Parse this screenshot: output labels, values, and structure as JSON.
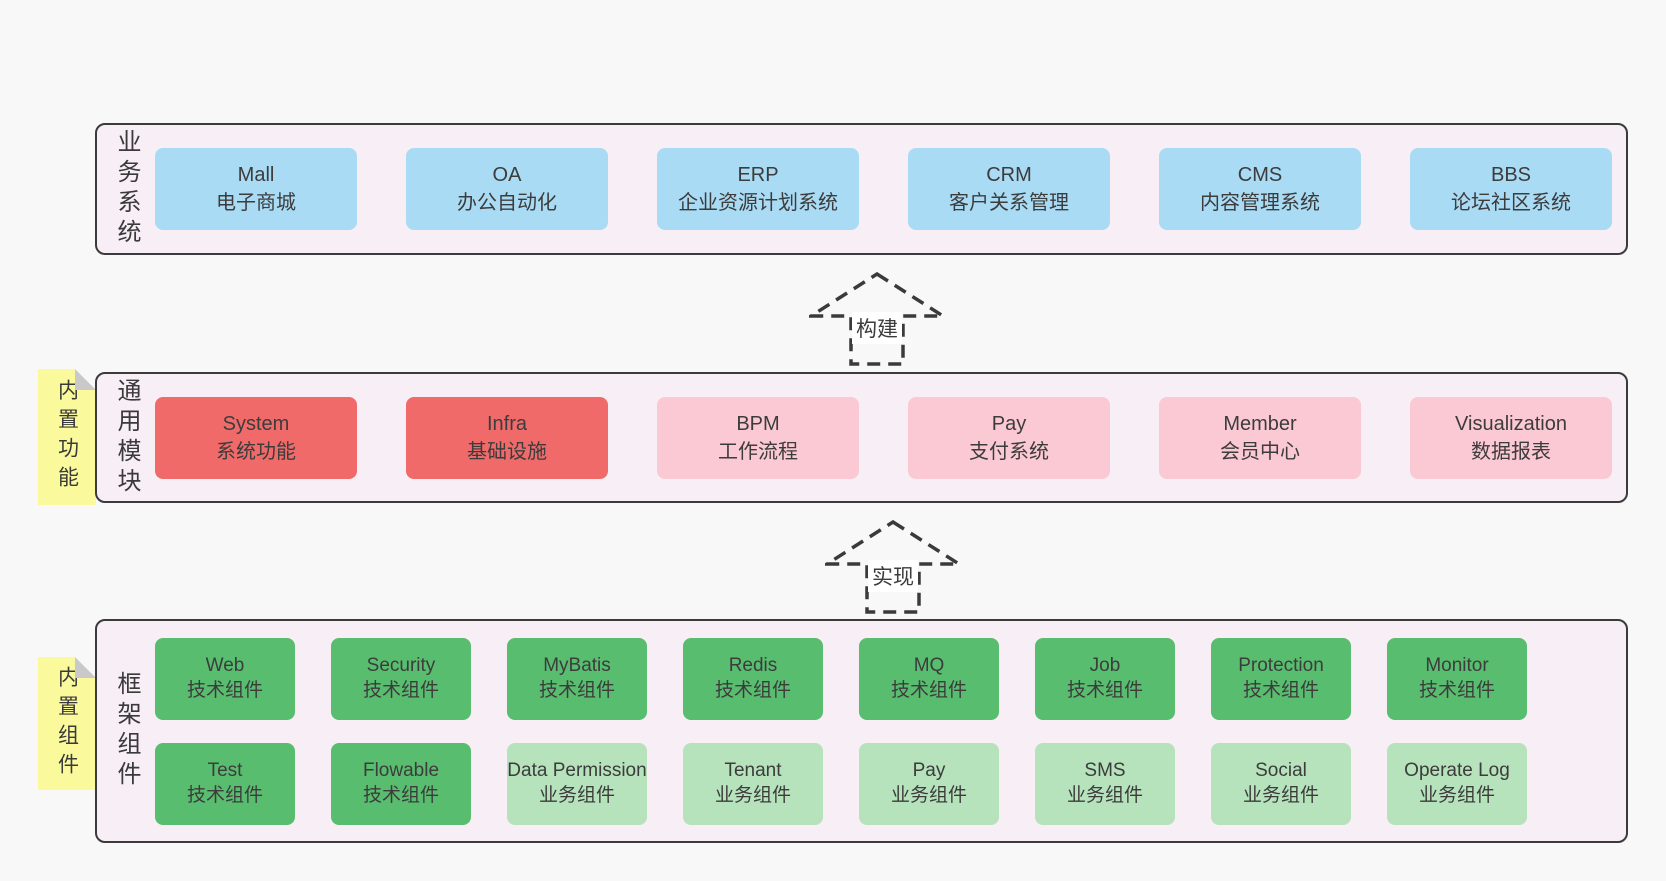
{
  "colors": {
    "page-bg": "#f8f8f8",
    "panel-bg": "#f8eef6",
    "panel-border": "#3b3b3b",
    "box-blue": "#a9dbf4",
    "box-red": "#f16a6a",
    "box-pink": "#fbc9d3",
    "box-green": "#59bd6f",
    "box-green-light": "#b6e2bc",
    "note-yellow": "#fafa9d",
    "note-fold": "#c9c9c9",
    "text-dark": "#3b3b3b"
  },
  "arrows": [
    {
      "label": "构建"
    },
    {
      "label": "实现"
    }
  ],
  "notes": [
    {
      "label": "内置功能"
    },
    {
      "label": "内置组件"
    }
  ],
  "bands": [
    {
      "label": "业务系统",
      "boxes": [
        {
          "name": "Mall",
          "desc": "电子商城"
        },
        {
          "name": "OA",
          "desc": "办公自动化"
        },
        {
          "name": "ERP",
          "desc": "企业资源计划系统"
        },
        {
          "name": "CRM",
          "desc": "客户关系管理"
        },
        {
          "name": "CMS",
          "desc": "内容管理系统"
        },
        {
          "name": "BBS",
          "desc": "论坛社区系统"
        }
      ]
    },
    {
      "label": "通用模块",
      "boxes": [
        {
          "name": "System",
          "desc": "系统功能"
        },
        {
          "name": "Infra",
          "desc": "基础设施"
        },
        {
          "name": "BPM",
          "desc": "工作流程"
        },
        {
          "name": "Pay",
          "desc": "支付系统"
        },
        {
          "name": "Member",
          "desc": "会员中心"
        },
        {
          "name": "Visualization",
          "desc": "数据报表"
        }
      ]
    },
    {
      "label": "框架组件",
      "rows": [
        [
          {
            "name": "Web",
            "desc": "技术组件"
          },
          {
            "name": "Security",
            "desc": "技术组件"
          },
          {
            "name": "MyBatis",
            "desc": "技术组件"
          },
          {
            "name": "Redis",
            "desc": "技术组件"
          },
          {
            "name": "MQ",
            "desc": "技术组件"
          },
          {
            "name": "Job",
            "desc": "技术组件"
          },
          {
            "name": "Protection",
            "desc": "技术组件"
          },
          {
            "name": "Monitor",
            "desc": "技术组件"
          }
        ],
        [
          {
            "name": "Test",
            "desc": "技术组件"
          },
          {
            "name": "Flowable",
            "desc": "技术组件"
          },
          {
            "name": "Data Permission",
            "desc": "业务组件"
          },
          {
            "name": "Tenant",
            "desc": "业务组件"
          },
          {
            "name": "Pay",
            "desc": "业务组件"
          },
          {
            "name": "SMS",
            "desc": "业务组件"
          },
          {
            "name": "Social",
            "desc": "业务组件"
          },
          {
            "name": "Operate Log",
            "desc": "业务组件"
          }
        ]
      ]
    }
  ]
}
